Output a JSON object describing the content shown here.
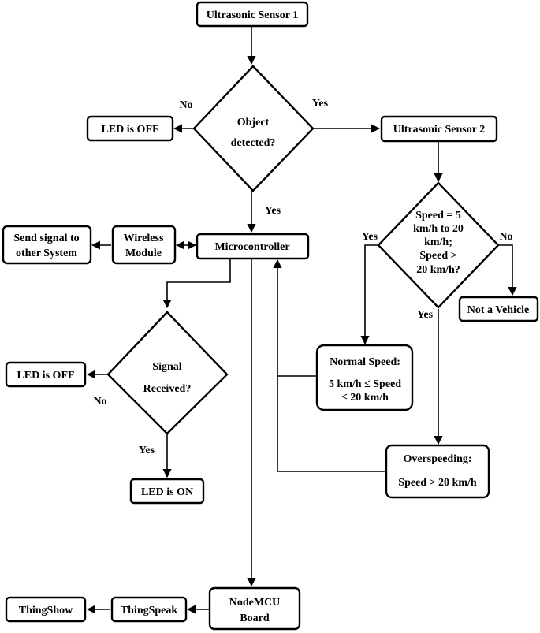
{
  "nodes": {
    "ultrasonic_sensor_1": "Ultrasonic Sensor 1",
    "object_detected": [
      "Object",
      "detected?"
    ],
    "led_off_top": "LED is OFF",
    "ultrasonic_sensor_2": "Ultrasonic Sensor 2",
    "speed_check": [
      "Speed = 5",
      "km/h to 20",
      "km/h;",
      "Speed >",
      "20 km/h?"
    ],
    "send_signal": [
      "Send signal to",
      "other System"
    ],
    "wireless_module": [
      "Wireless",
      "Module"
    ],
    "microcontroller": "Microcontroller",
    "not_a_vehicle": "Not a Vehicle",
    "normal_speed": [
      "Normal Speed:",
      "5 km/h ≤ Speed",
      "≤ 20 km/h"
    ],
    "signal_received": [
      "Signal",
      "Received?"
    ],
    "led_off_mid": "LED is OFF",
    "overspeeding": [
      "Overspeeding:",
      "Speed > 20 km/h"
    ],
    "led_on": "LED is ON",
    "thingshow": "ThingShow",
    "thingspeak": "ThingSpeak",
    "nodemcu_board": [
      "NodeMCU",
      "Board"
    ]
  },
  "edge_labels": {
    "object_no": "No",
    "object_yes_right": "Yes",
    "object_yes_down": "Yes",
    "speed_yes_left": "Yes",
    "speed_no_right": "No",
    "speed_yes_down": "Yes",
    "signal_no": "No",
    "signal_yes": "Yes"
  }
}
